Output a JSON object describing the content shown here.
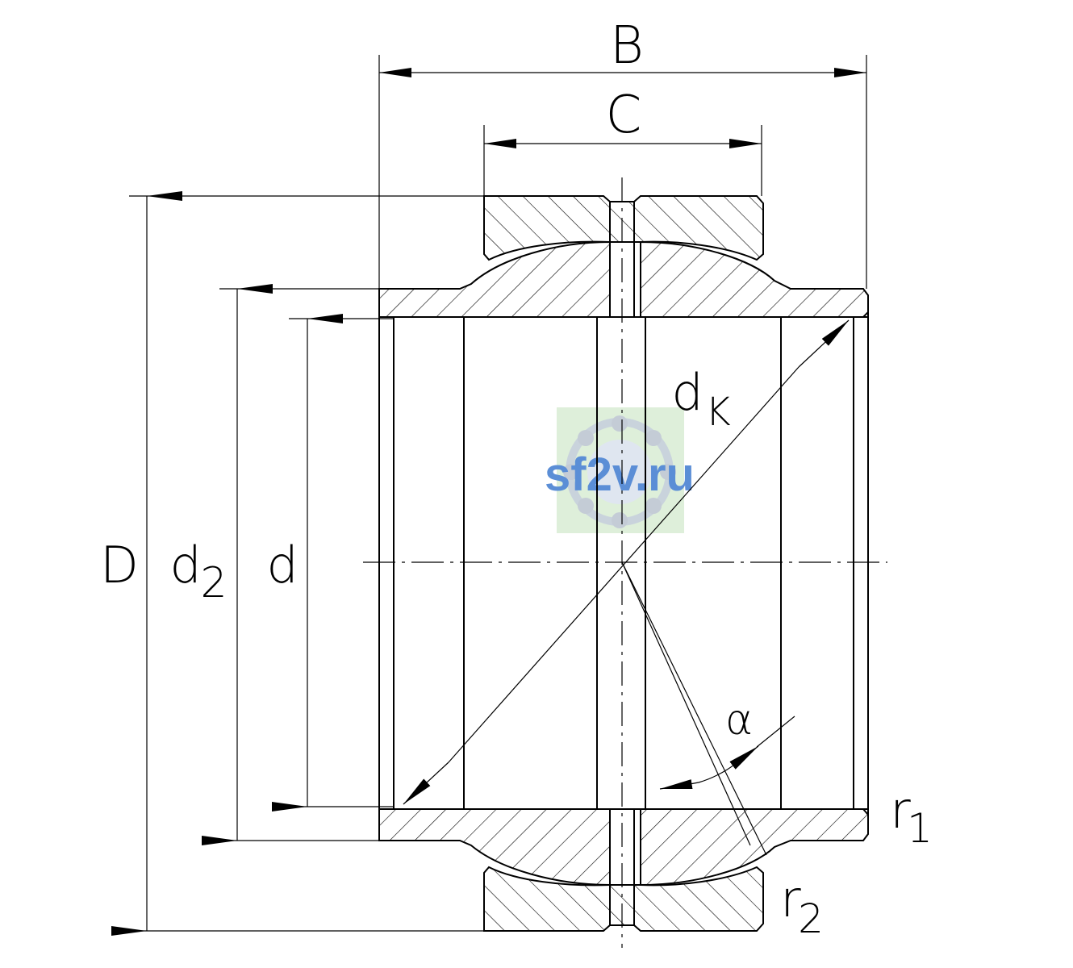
{
  "labels": {
    "B": "B",
    "C": "C",
    "D": "D",
    "d2_main": "d",
    "d2_sub": "2",
    "d": "d",
    "dk_main": "d",
    "dk_sub": "K",
    "alpha": "α",
    "r1_main": "r",
    "r1_sub": "1",
    "r2_main": "r",
    "r2_sub": "2"
  },
  "watermark": {
    "text": "sf2v.ru",
    "color": "#5b8ed6",
    "badge_color": "#d8ecd4"
  },
  "colors": {
    "line": "#000000",
    "background": "#ffffff"
  }
}
